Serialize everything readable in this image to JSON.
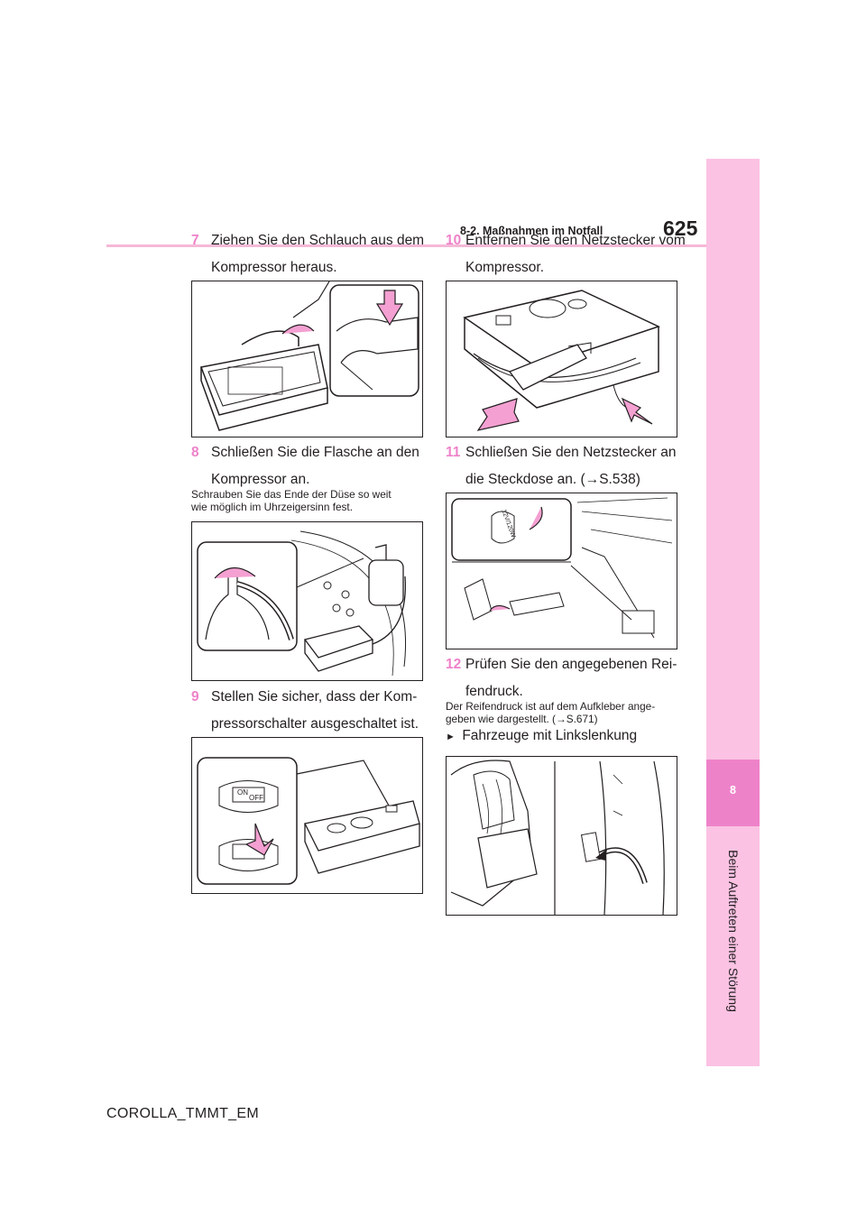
{
  "header": {
    "page_number": "625",
    "section_title": "8-2. Maßnahmen im Notfall"
  },
  "side_tab": {
    "chapter_number": "8",
    "chapter_title": "Beim Auftreten einer Störung"
  },
  "steps": [
    {
      "number": "7",
      "line1": "Ziehen Sie den Schlauch aus dem",
      "line2": "Kompressor heraus."
    },
    {
      "number": "8",
      "line1": "Schließen Sie die Flasche an den",
      "line2": "Kompressor an.",
      "note_line1": "Schrauben Sie das Ende der Düse so weit",
      "note_line2": "wie möglich im Uhrzeigersinn fest."
    },
    {
      "number": "9",
      "line1": "Stellen Sie sicher, dass der Kom-",
      "line2": "pressorschalter ausgeschaltet ist."
    },
    {
      "number": "10",
      "line1": "Entfernen Sie den Netzstecker vom",
      "line2": "Kompressor."
    },
    {
      "number": "11",
      "line1": "Schließen Sie den Netzstecker an",
      "line2": "die Steckdose an. (→S.538)"
    },
    {
      "number": "12",
      "line1": "Prüfen Sie den angegebenen Rei-",
      "line2": "fendruck.",
      "note_line1": "Der Reifendruck ist auf dem Aufkleber ange-",
      "note_line2": "geben wie dargestellt. (→S.671)"
    }
  ],
  "bullet": {
    "marker": "►",
    "text": "Fahrzeuge mit Linkslenkung"
  },
  "figures": {
    "switch_on": "ON",
    "switch_off": "OFF",
    "socket_label": "12V/120W"
  },
  "footer": {
    "code": "COROLLA_TMMT_EM"
  },
  "colors": {
    "accent_pink": "#ee82c9",
    "tab_pink": "#fbc2e3",
    "rule_pink": "#f5b8d7",
    "arrow_pink": "#f4a0d2"
  }
}
